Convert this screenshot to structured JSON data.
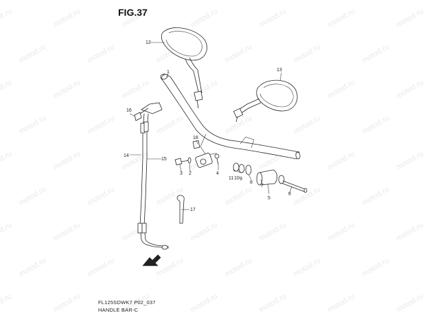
{
  "figure": {
    "title": "FIG.37",
    "code": "FL125SDWK7 P02_037",
    "name": "HANDLE BAR-C"
  },
  "watermark": "motod.ru",
  "callouts": {
    "c1": "1",
    "c2": "2",
    "c3": "3",
    "c4": "4",
    "c5": "5",
    "c6": "6",
    "c7": "7",
    "c8": "8",
    "c9": "9",
    "c10": "10",
    "c11": "11",
    "c12": "12",
    "c13": "13",
    "c14": "14",
    "c15": "15",
    "c16": "16",
    "c17": "17",
    "c18": "18"
  }
}
